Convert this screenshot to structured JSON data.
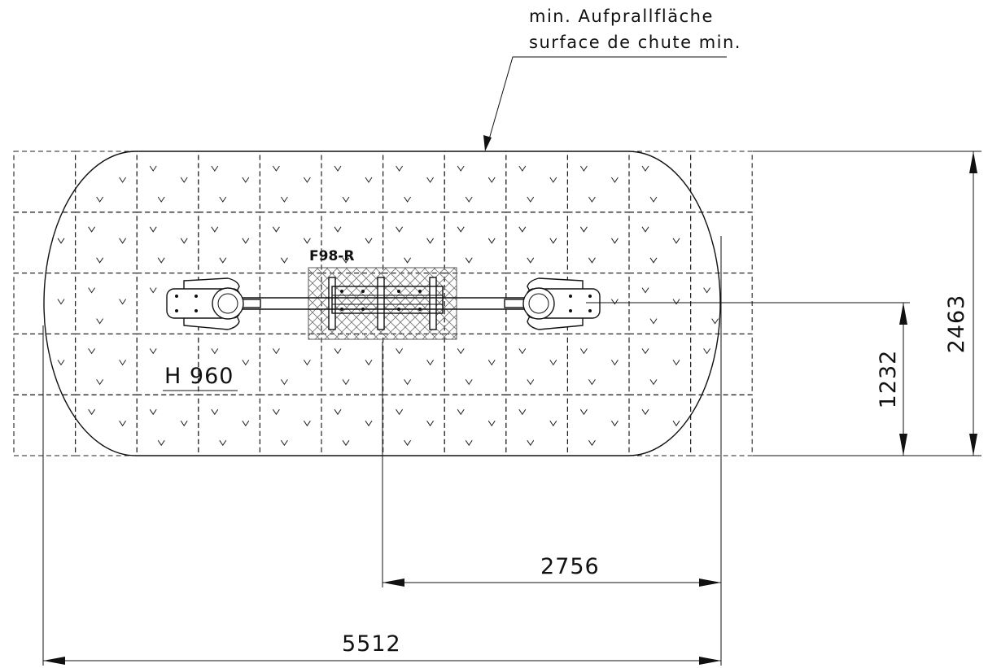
{
  "annotations": {
    "impact_line1": "min. Aufprallfläche",
    "impact_line2": "surface de chute min.",
    "product_code": "F98-R",
    "fall_height": "H 960"
  },
  "dimensions": {
    "total_length": "5512",
    "half_length": "2756",
    "total_width": "2463",
    "half_width": "1232"
  },
  "colors": {
    "line": "#111111",
    "hatch": "#666666",
    "background": "#ffffff"
  }
}
